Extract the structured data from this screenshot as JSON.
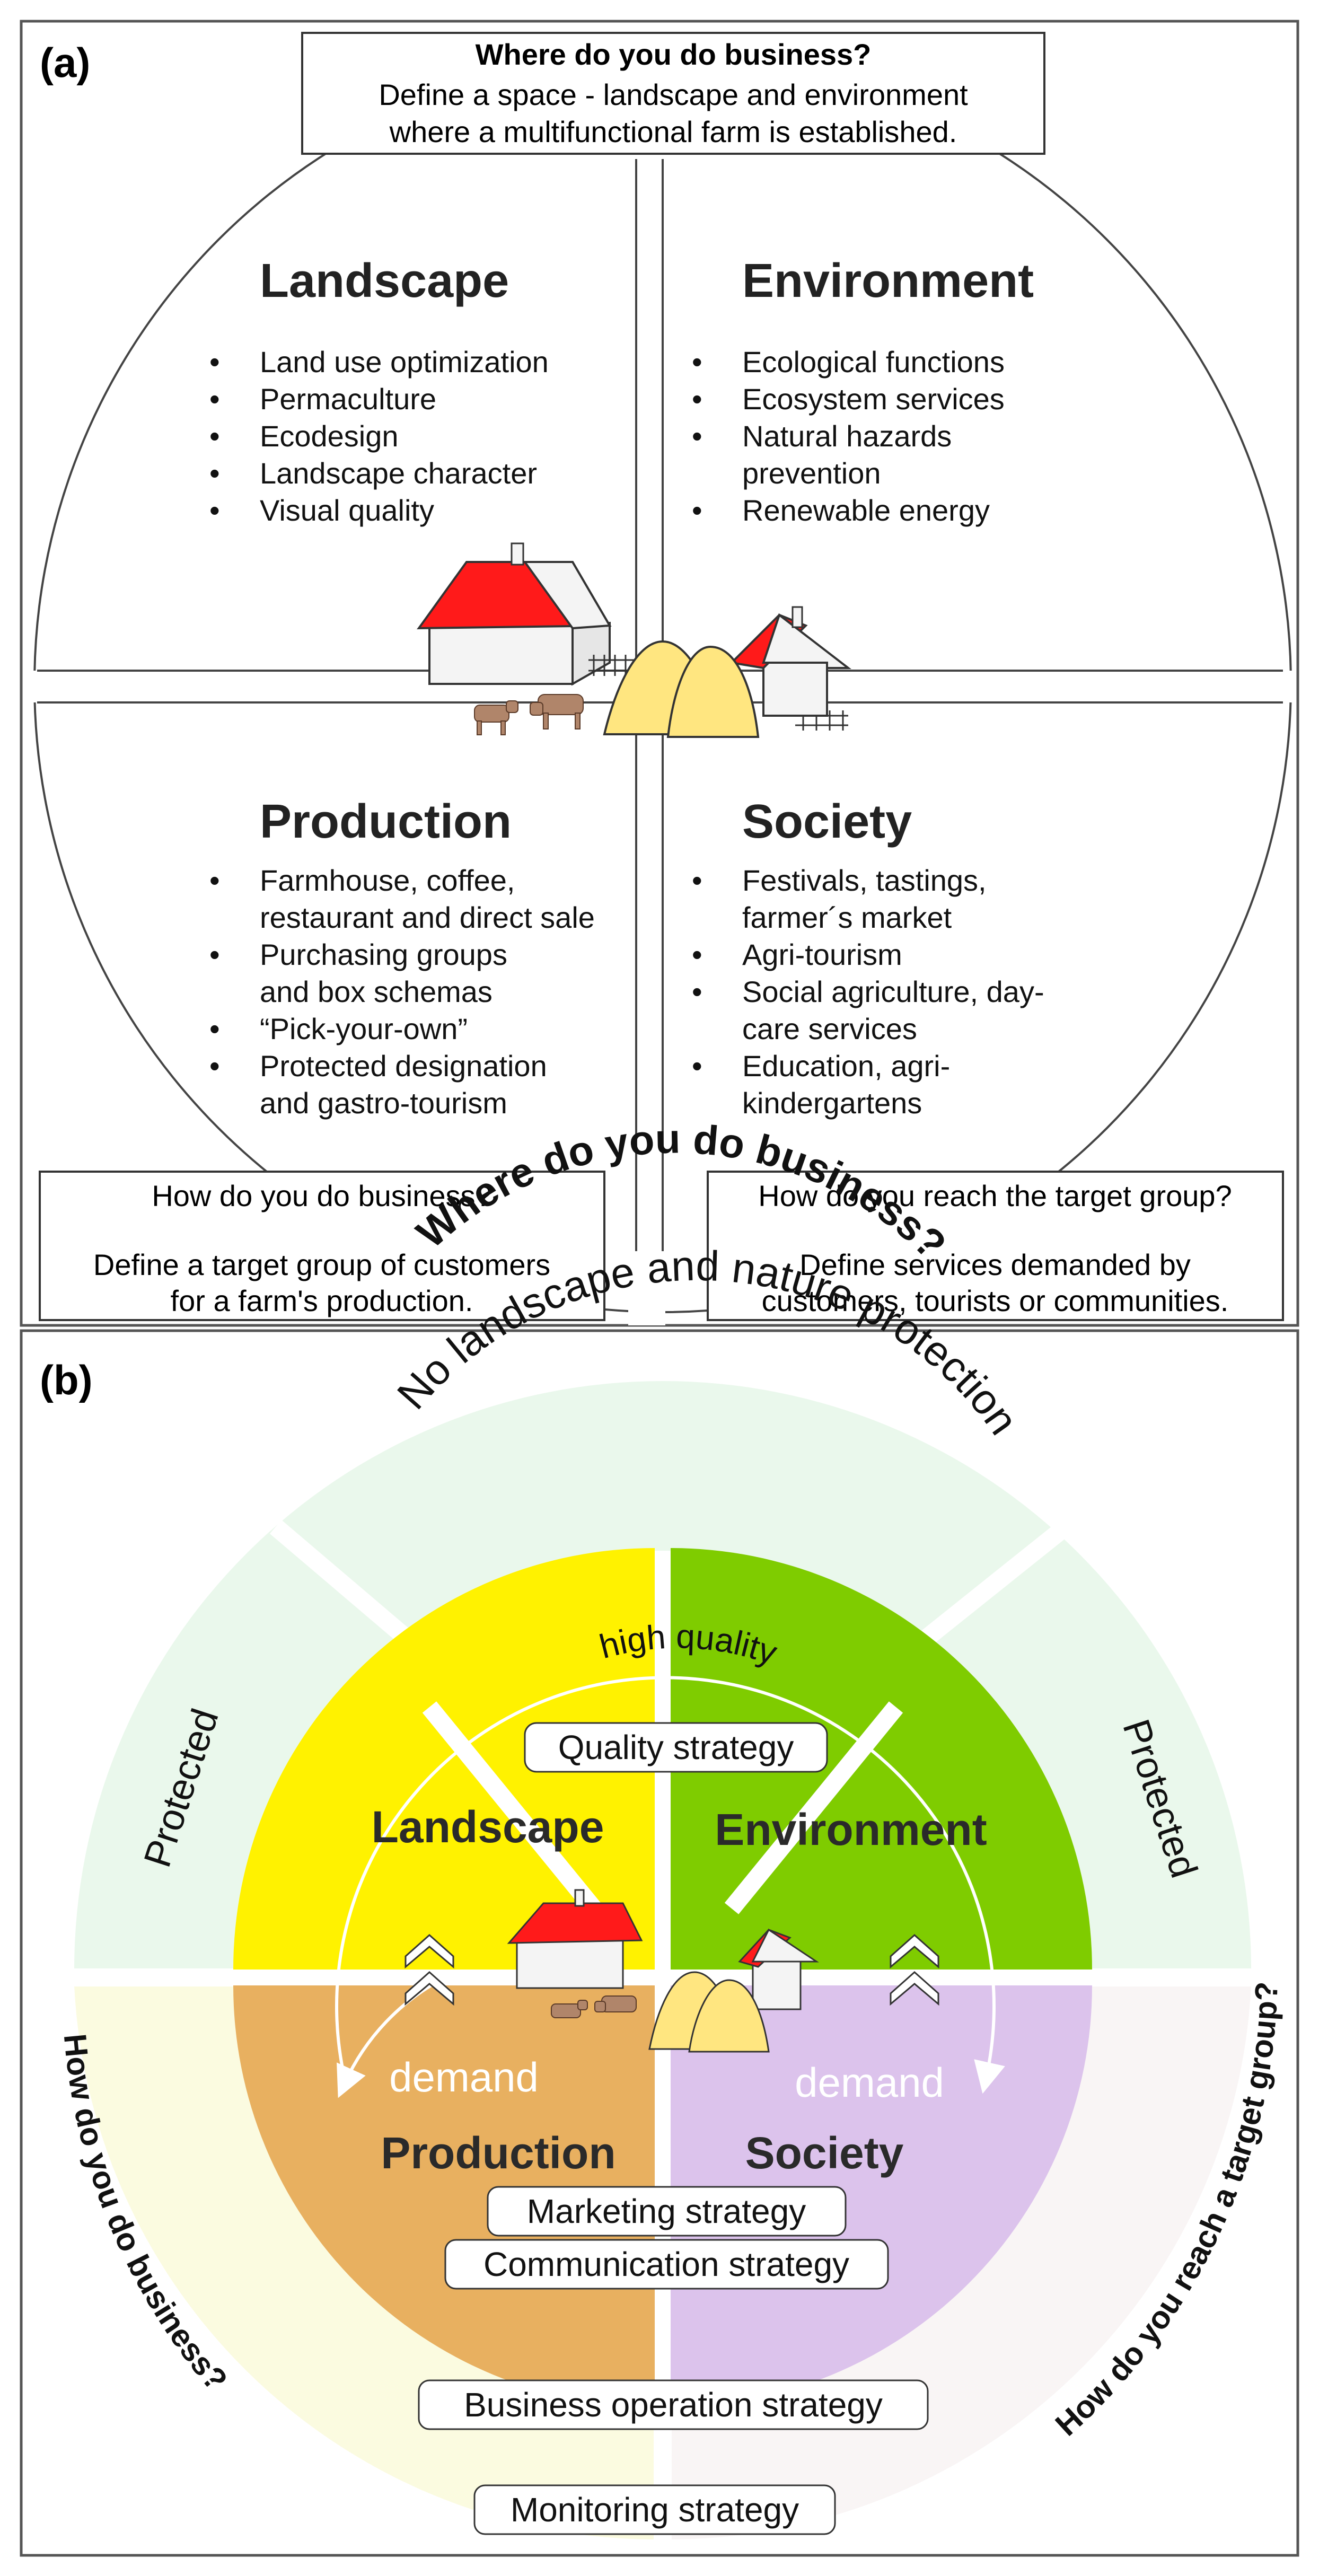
{
  "panel_a": {
    "label": "(a)",
    "top_box": {
      "title": "Where do you do business?",
      "line1": "Define a space - landscape and environment",
      "line2": "where a multifunctional farm is established."
    },
    "quadrants": {
      "landscape": {
        "title": "Landscape",
        "items": [
          "Land use optimization",
          "Permaculture",
          "Ecodesign",
          "Landscape character",
          "Visual quality"
        ]
      },
      "environment": {
        "title": "Environment",
        "items": [
          "Ecological functions",
          "Ecosystem services",
          "Natural hazards",
          "prevention",
          "Renewable energy"
        ]
      },
      "production": {
        "title": "Production",
        "items": [
          "Farmhouse, coffee,",
          "restaurant and direct sale",
          "Purchasing groups",
          "and box schemas",
          "“Pick-your-own”",
          "Protected designation",
          "and gastro-tourism"
        ]
      },
      "society": {
        "title": "Society",
        "items": [
          "Festivals, tastings,",
          "farmer´s market",
          "Agri-tourism",
          "Social agriculture, day-",
          "care services",
          "Education, agri-",
          "kindergartens"
        ]
      }
    },
    "bottom_left_box": {
      "line1": "How do you do business?",
      "line2": "Define a target group of customers",
      "line3": "for a farm's production."
    },
    "bottom_right_box": {
      "line1": "How do you reach the target group?",
      "line2": "Define services demanded by",
      "line3": "customers, tourists  or communities."
    }
  },
  "panel_b": {
    "label": "(b)",
    "outer_top": "Where do you do business?",
    "ring_top": "No landscape and nature protection",
    "ring_left": "Protected",
    "ring_right": "Protected",
    "outer_left": "How do you do business?",
    "outer_right": "How do you reach a target group?",
    "high_quality": "high quality",
    "quality_strategy": "Quality strategy",
    "landscape": "Landscape",
    "environment": "Environment",
    "production": "Production",
    "society": "Society",
    "demand_left": "demand",
    "demand_right": "demand",
    "marketing_strategy": "Marketing strategy",
    "communication_strategy": "Communication strategy",
    "business_operation_strategy": "Business operation strategy",
    "monitoring_strategy": "Monitoring strategy",
    "colors": {
      "landscape": "#fff200",
      "environment": "#7fcc00",
      "production": "#e8b060",
      "society": "#dcc3ec",
      "ring_green": "#eaf8ec",
      "ring_yellow": "#fbfbe0",
      "ring_pink": "#f9f5f5",
      "roof": "#ff1a1a",
      "haystack": "#ffe680",
      "cow": "#b0856a"
    }
  }
}
